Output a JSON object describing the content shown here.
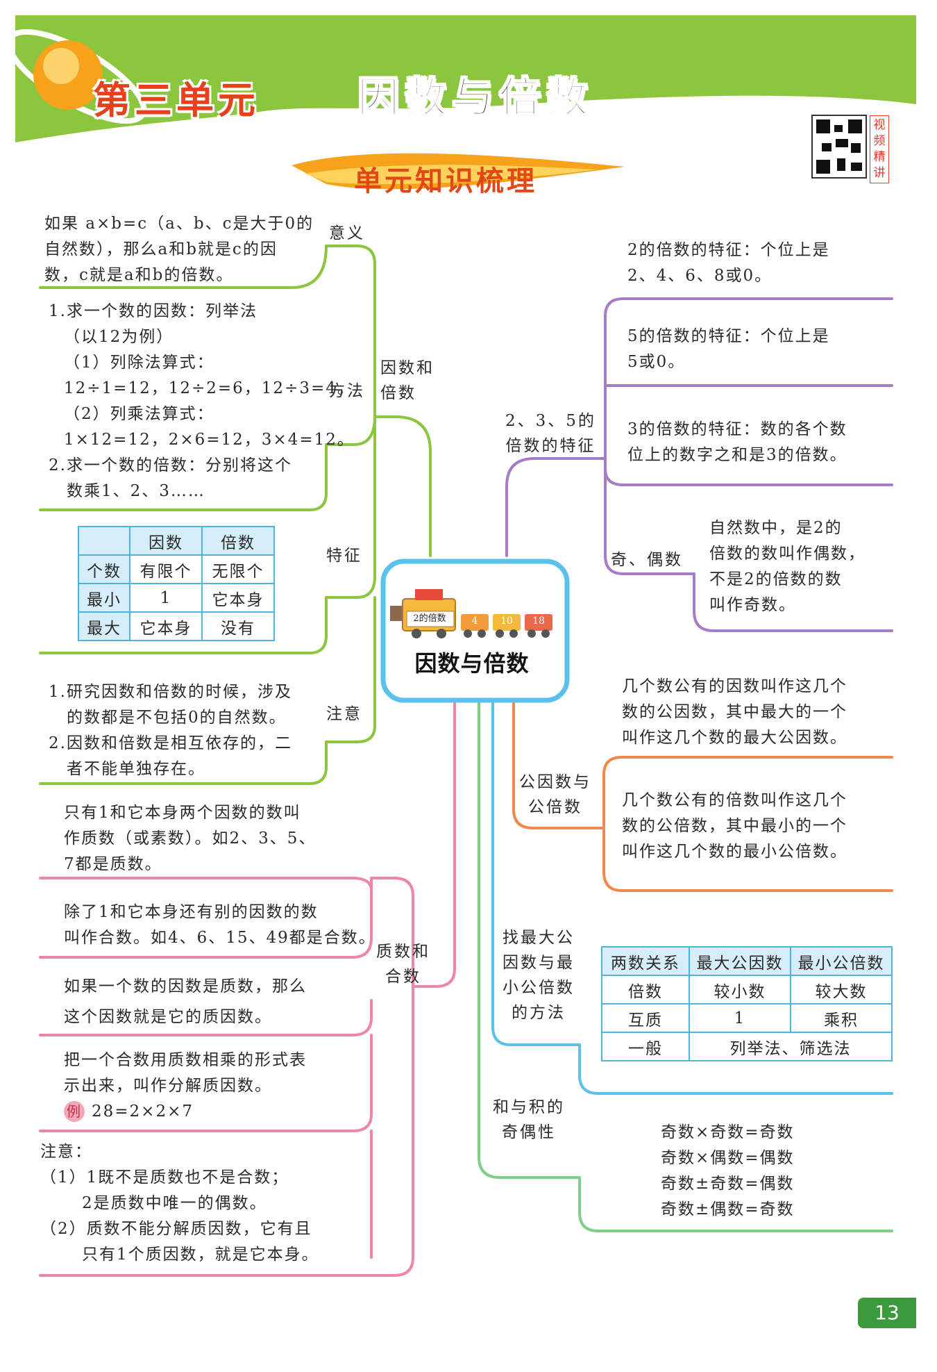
{
  "header": {
    "unit_label": "第三单元",
    "title": "因数与倍数",
    "subtitle": "单元知识梳理",
    "qr_label": "视频精讲"
  },
  "center": {
    "title": "因数与倍数",
    "train_cars": [
      "2的倍数",
      "4",
      "10",
      "18"
    ]
  },
  "left": {
    "branch1": {
      "label": [
        "因数和",
        "倍数"
      ],
      "meaning": {
        "label": "意义",
        "lines": [
          "如果 a×b=c（a、b、c是大于0的",
          "自然数），那么a和b就是c的因",
          "数，c就是a和b的倍数。"
        ]
      },
      "method": {
        "label": "方法",
        "lines": [
          "1.求一个数的因数：列举法",
          "（以12为例）",
          "（1）列除法算式：",
          "12÷1=12，12÷2=6，12÷3=4。",
          "（2）列乘法算式：",
          "1×12=12，2×6=12，3×4=12。",
          "2.求一个数的倍数：分别将这个",
          "数乘1、2、3……"
        ]
      },
      "feature": {
        "label": "特征",
        "table": {
          "header": [
            "",
            "因数",
            "倍数"
          ],
          "rows": [
            [
              "个数",
              "有限个",
              "无限个"
            ],
            [
              "最小",
              "1",
              "它本身"
            ],
            [
              "最大",
              "它本身",
              "没有"
            ]
          ]
        }
      },
      "note": {
        "label": "注意",
        "lines": [
          "1.研究因数和倍数的时候，涉及",
          "的数都是不包括0的自然数。",
          "2.因数和倍数是相互依存的，二",
          "者不能单独存在。"
        ]
      }
    },
    "branch2": {
      "label": [
        "质数和",
        "合数"
      ],
      "prime": [
        "只有1和它本身两个因数的数叫",
        "作质数（或素数）。如2、3、5、",
        "7都是质数。"
      ],
      "composite": [
        "除了1和它本身还有别的因数的数",
        "叫作合数。如4、6、15、49都是合数。"
      ],
      "prime_factor": [
        "如果一个数的因数是质数，那么",
        "这个因数就是它的质因数。"
      ],
      "factorize": [
        "把一个合数用质数相乘的形式表",
        "示出来，叫作分解质因数。"
      ],
      "example_badge": "例",
      "example": "28=2×2×7",
      "note": [
        "注意：",
        "（1）1既不是质数也不是合数；",
        "2是质数中唯一的偶数。",
        "（2）质数不能分解质因数，它有且",
        "只有1个质因数，就是它本身。"
      ]
    }
  },
  "right": {
    "branch1": {
      "label": [
        "2、3、5的",
        "倍数的特征"
      ],
      "two": [
        "2的倍数的特征：个位上是",
        "2、4、6、8或0。"
      ],
      "five": [
        "5的倍数的特征：个位上是",
        "5或0。"
      ],
      "three": [
        "3的倍数的特征：数的各个数",
        "位上的数字之和是3的倍数。"
      ]
    },
    "odd_even": {
      "label": "奇、偶数",
      "lines": [
        "自然数中，是2的",
        "倍数的数叫作偶数，",
        "不是2的倍数的数",
        "叫作奇数。"
      ]
    },
    "gcd_lcm": {
      "label": [
        "公因数与",
        "公倍数"
      ],
      "gcd": [
        "几个数公有的因数叫作这几个",
        "数的公因数，其中最大的一个",
        "叫作这几个数的最大公因数。"
      ],
      "lcm": [
        "几个数公有的倍数叫作这几个",
        "数的公倍数，其中最小的一个",
        "叫作这几个数的最小公倍数。"
      ]
    },
    "methods": {
      "label": [
        "找最大公",
        "因数与最",
        "小公倍数",
        "的方法"
      ],
      "table": {
        "header": [
          "两数关系",
          "最大公因数",
          "最小公倍数"
        ],
        "rows": [
          [
            "倍数",
            "较小数",
            "较大数"
          ],
          [
            "互质",
            "1",
            "乘积"
          ],
          [
            "一般",
            "列举法、筛选法"
          ]
        ]
      }
    },
    "parity": {
      "label": [
        "和与积的",
        "奇偶性"
      ],
      "lines": [
        "奇数×奇数=奇数",
        "奇数×偶数=偶数",
        "奇数±奇数=偶数",
        "奇数±偶数=奇数"
      ]
    }
  },
  "page_number": "13",
  "colors": {
    "green": "#8cc63f",
    "pink": "#ee86a8",
    "purple": "#a57cc8",
    "orange": "#f08a4b",
    "blue": "#5bc0eb",
    "light_green": "#7fcf86",
    "title_red": "#e8401a"
  }
}
